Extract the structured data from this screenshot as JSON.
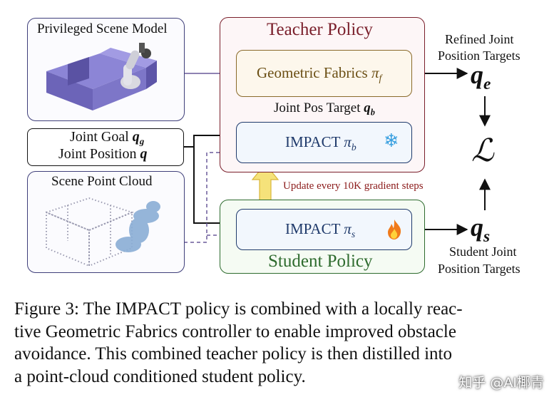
{
  "diagram": {
    "privileged_scene_model": "Privileged Scene Model",
    "scene_point_cloud": "Scene Point Cloud",
    "joint_goal": "Joint Goal",
    "joint_goal_sym": "q",
    "joint_goal_sub": "g",
    "joint_position": "Joint Position",
    "joint_position_sym": "q",
    "teacher_policy": "Teacher Policy",
    "student_policy": "Student Policy",
    "geometric_fabrics": "Geometric Fabrics",
    "geometric_fabrics_sym": "π",
    "geometric_fabrics_sub": "f",
    "impact_teacher": "IMPACT",
    "impact_teacher_sym": "π",
    "impact_teacher_sub": "b",
    "impact_student": "IMPACT",
    "impact_student_sym": "π",
    "impact_student_sub": "s",
    "joint_pos_target": "Joint Pos Target",
    "joint_pos_target_sym": "q",
    "joint_pos_target_sub": "b",
    "update_note": "Update every 10K gradient steps",
    "refined_targets_line1": "Refined Joint",
    "refined_targets_line2": "Position Targets",
    "q_e_sym": "q",
    "q_e_sub": "e",
    "loss_sym": "ℒ",
    "q_s_sym": "q",
    "q_s_sub": "s",
    "student_targets_line1": "Student Joint",
    "student_targets_line2": "Position Targets",
    "colors": {
      "teacher_border": "#7a1f2b",
      "student_border": "#2e6b2e",
      "fabrics_border": "#8a6a2a",
      "impact_border": "#1f3a6b",
      "scene_border": "#3f3f7a",
      "update_arrow": "#f5e27a",
      "update_text": "#8b1a1a"
    }
  },
  "caption": {
    "line1": "Figure 3: The IMPACT policy is combined with a locally reac-",
    "line2": "tive Geometric Fabrics controller to enable improved obstacle",
    "line3": "avoidance. This combined teacher policy is then distilled into",
    "line4": "a point-cloud conditioned student policy."
  },
  "watermark": "知乎 @AI椰青"
}
